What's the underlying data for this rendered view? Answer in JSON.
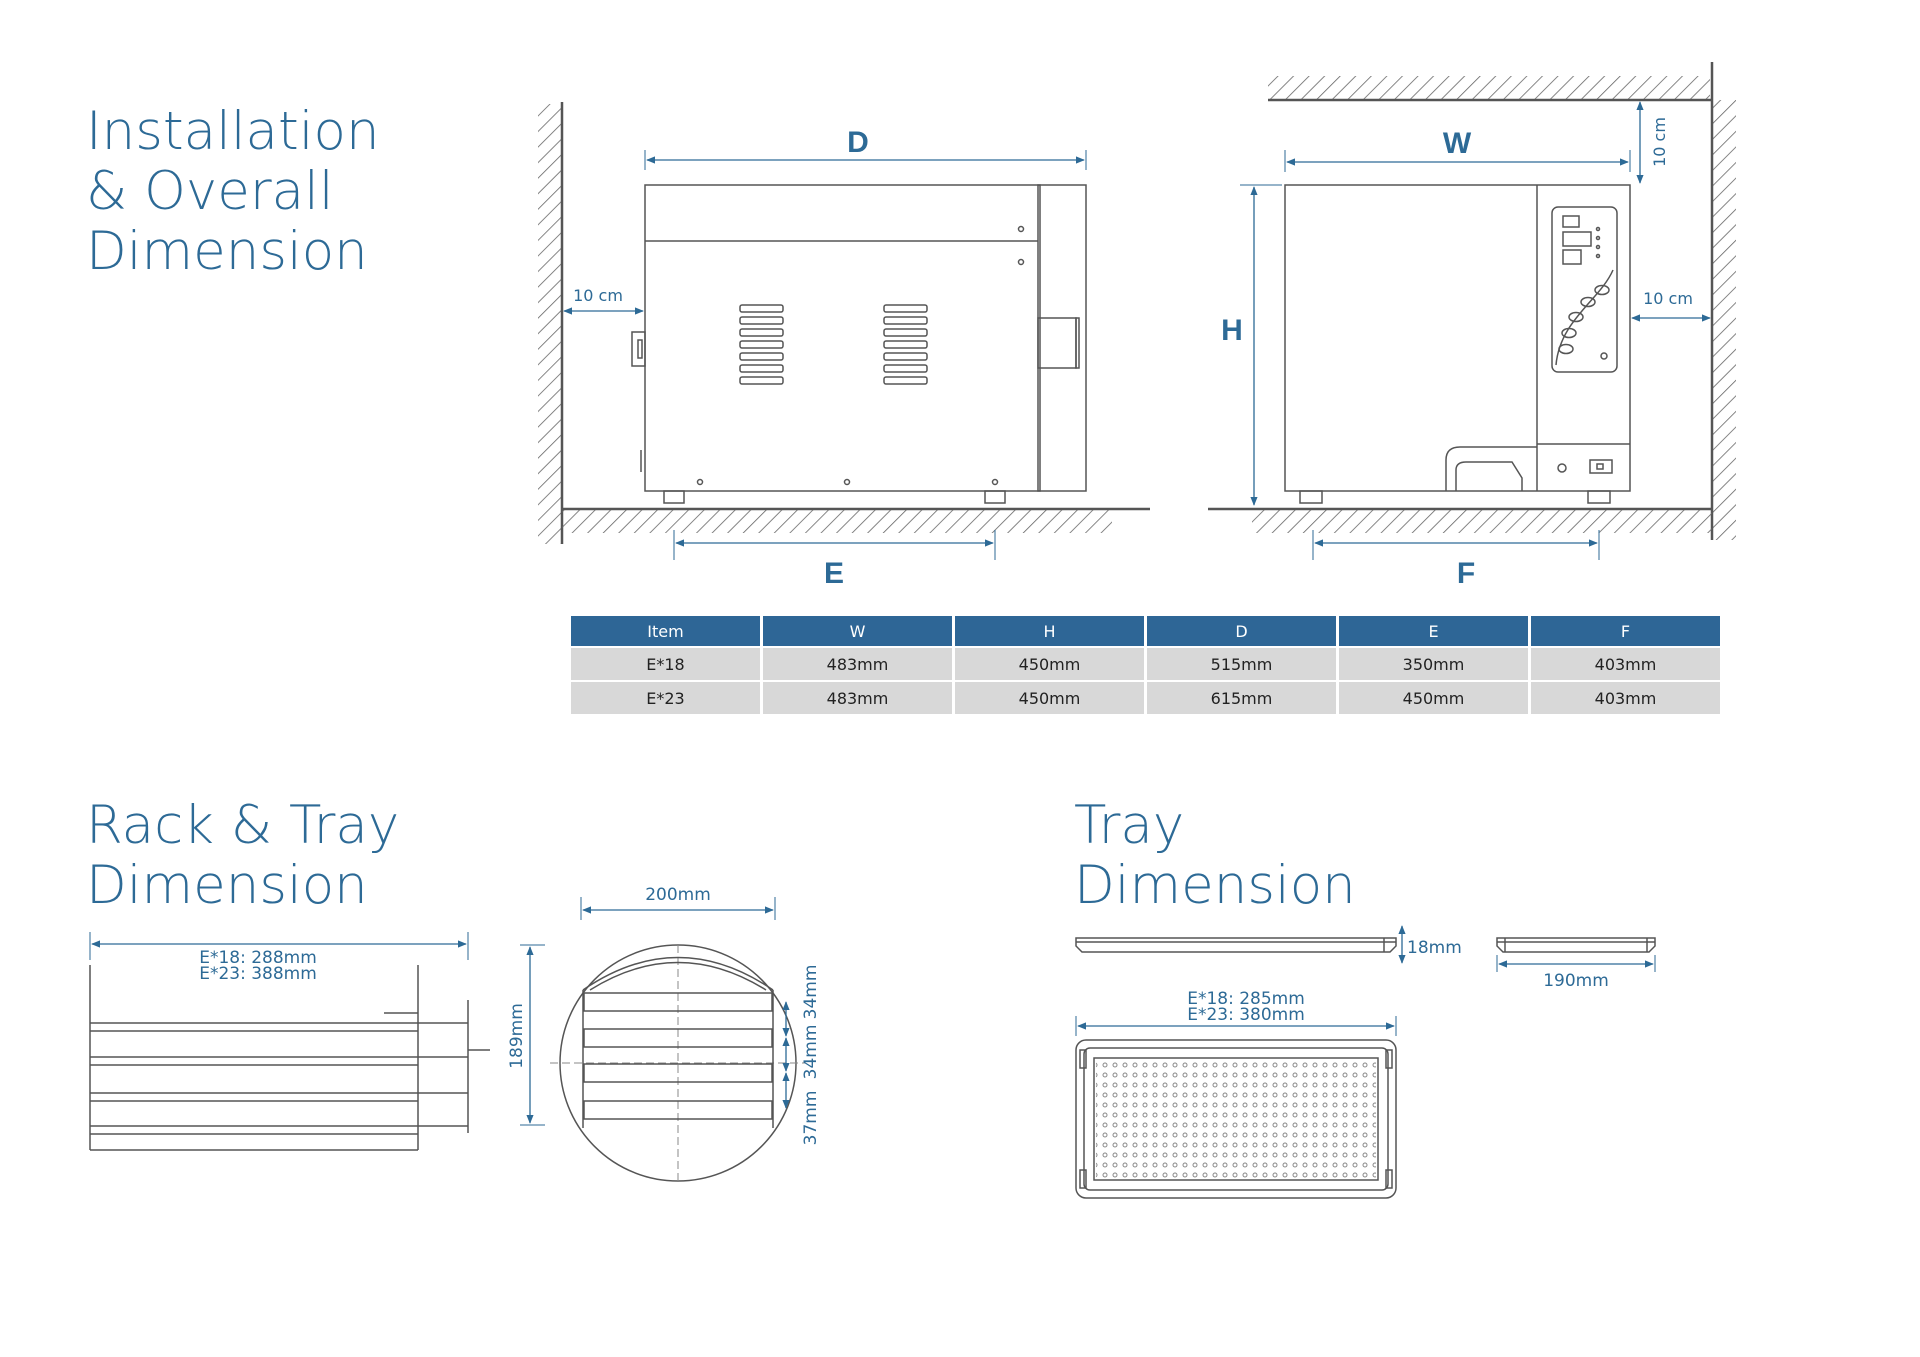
{
  "titles": {
    "installation": [
      "Installation",
      "& Overall",
      "Dimension"
    ],
    "rack": [
      "Rack & Tray",
      "Dimension"
    ],
    "tray": [
      "Tray",
      "Dimension"
    ]
  },
  "side_view": {
    "label_d": "D",
    "label_e": "E",
    "clearance": "10 cm"
  },
  "front_view": {
    "label_w": "W",
    "label_h": "H",
    "label_f": "F",
    "clearance_top": "10 cm",
    "clearance_right": "10 cm"
  },
  "table": {
    "headers": [
      "Item",
      "W",
      "H",
      "D",
      "E",
      "F"
    ],
    "rows": [
      [
        "E*18",
        "483mm",
        "450mm",
        "515mm",
        "350mm",
        "403mm"
      ],
      [
        "E*23",
        "483mm",
        "450mm",
        "615mm",
        "450mm",
        "403mm"
      ]
    ]
  },
  "rack": {
    "length_e18": "E*18: 288mm",
    "length_e23": "E*23: 388mm",
    "width": "200mm",
    "height": "189mm",
    "gap_1": "34mm",
    "gap_2": "34mm",
    "gap_3": "37mm"
  },
  "tray": {
    "height": "18mm",
    "width": "190mm",
    "length_e18": "E*18: 285mm",
    "length_e23": "E*23: 380mm"
  },
  "colors": {
    "accent": "#2d6a96",
    "table_header": "#2e6696",
    "table_cell": "#d8d8d8",
    "line": "#555555"
  }
}
